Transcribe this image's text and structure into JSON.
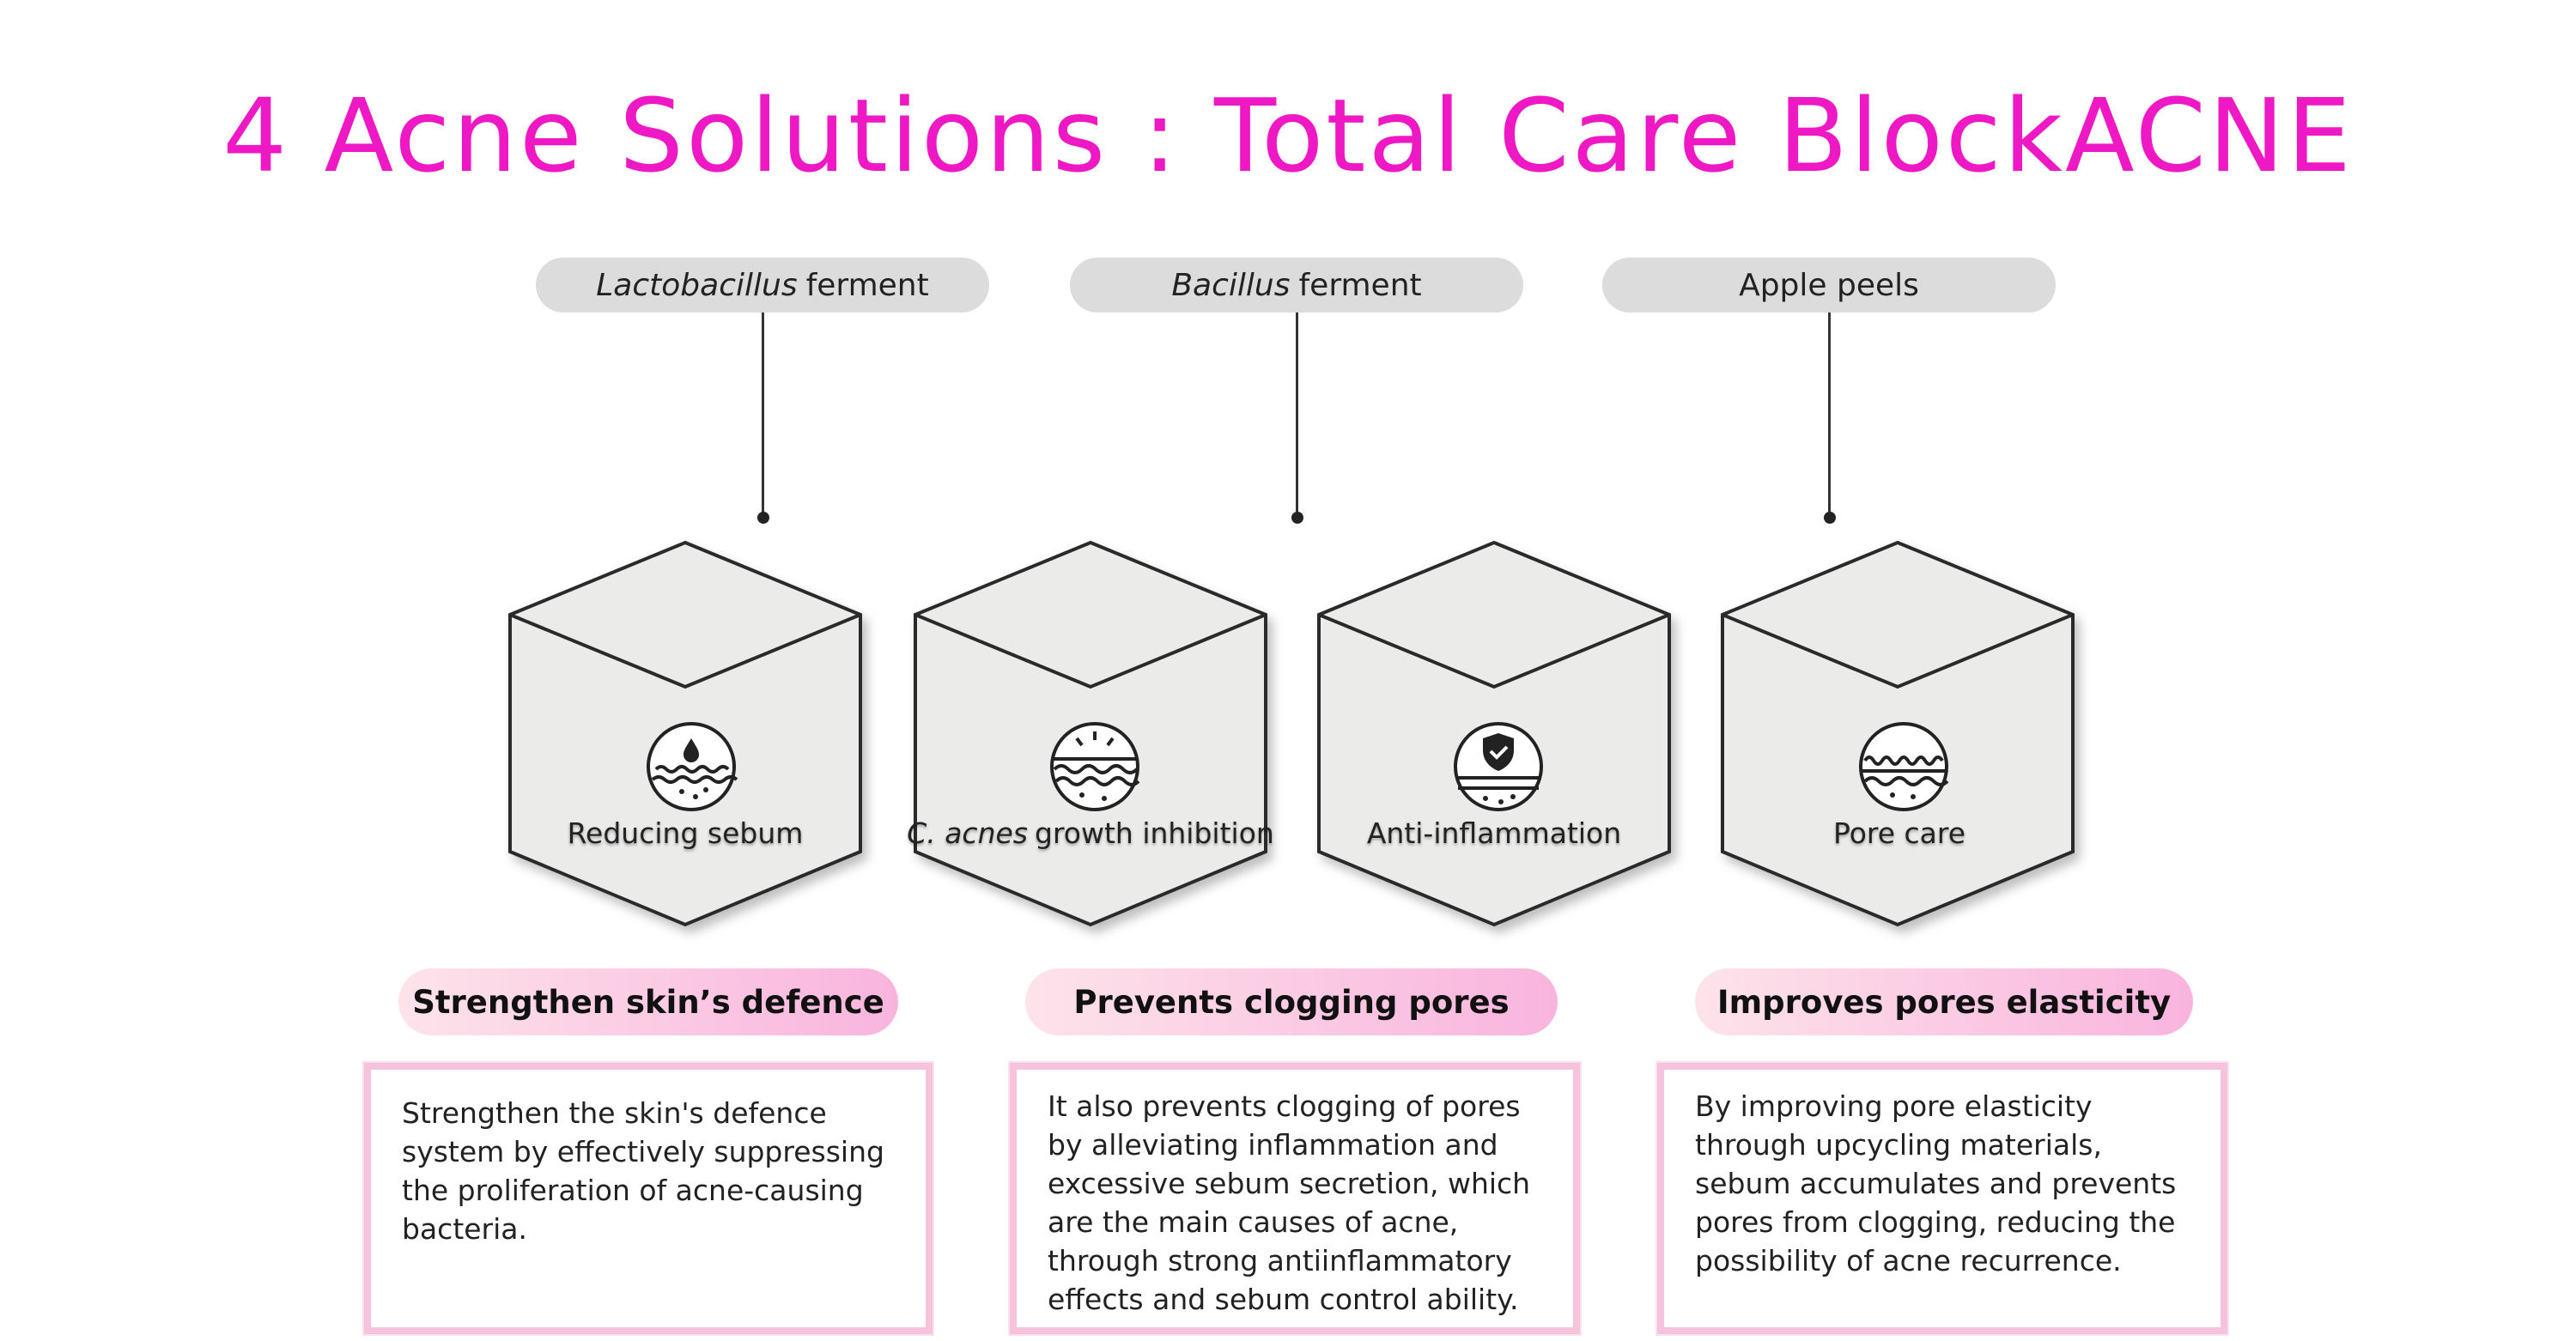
{
  "title": "4 Acne Solutions : Total Care BlockACNE",
  "sources": [
    {
      "italic": "Lactobacillus",
      "text": "ferment"
    },
    {
      "italic": "Bacillus",
      "text": "ferment"
    },
    {
      "italic": "",
      "text": "Apple peels"
    }
  ],
  "solutions": [
    {
      "italic": "",
      "label": "Reducing sebum",
      "icon": "sebum-drop-icon"
    },
    {
      "italic": "C. acnes",
      "label": "growth inhibition",
      "icon": "skin-layer-icon"
    },
    {
      "italic": "",
      "label": "Anti-inflammation",
      "icon": "shield-check-icon"
    },
    {
      "italic": "",
      "label": "Pore care",
      "icon": "pore-icon"
    }
  ],
  "benefits": [
    {
      "title": "Strengthen skin’s defence",
      "text": "Strengthen the skin's defence system by effectively suppressing the proliferation of acne-causing bacteria."
    },
    {
      "title": "Prevents clogging pores",
      "text": "It also prevents clogging of pores by alleviating inflammation and excessive sebum secretion, which are the main causes of acne, through strong antiinflammatory effects and sebum control ability."
    },
    {
      "title": "Improves pores elasticity",
      "text": "By improving pore elasticity through upcycling materials, sebum accumulates and prevents pores from clogging, reducing the possibility of acne recurrence."
    }
  ],
  "colors": {
    "title": "#ee18c4",
    "source_pill": "#dcdcdc",
    "cube_fill": "#ebebea",
    "box_border": "#f6c2dc"
  }
}
